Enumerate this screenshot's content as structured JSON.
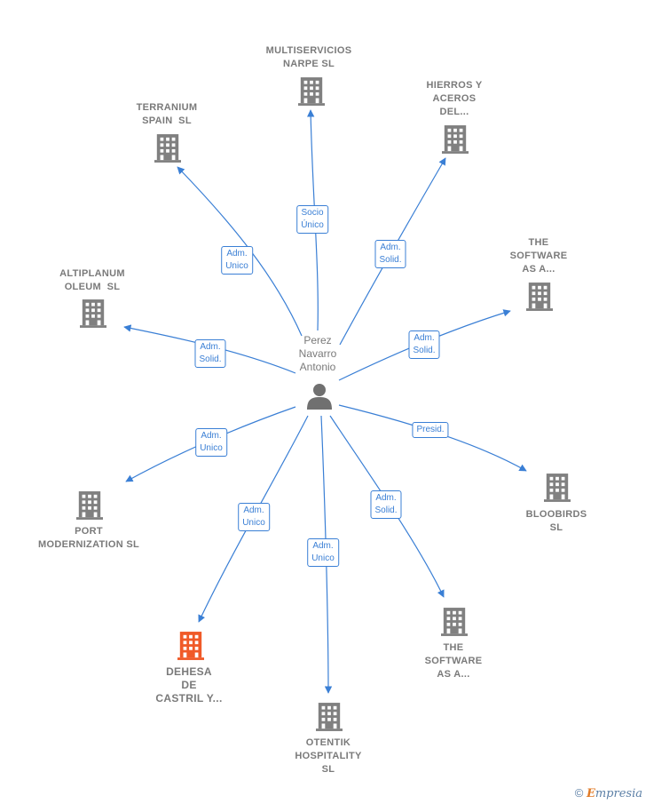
{
  "center": {
    "label": "Perez\nNavarro\nAntonio",
    "icon": "person-icon"
  },
  "colors": {
    "edge": "#3a7fd5",
    "node": "#808080",
    "highlight": "#f05a28",
    "person": "#707070"
  },
  "nodes": [
    {
      "id": "multiservicios",
      "label": "MULTISERVICIOS\nNARPE SL",
      "relation": "Socio\nÚnico",
      "highlight": false
    },
    {
      "id": "hierros",
      "label": "HIERROS Y\nACEROS\nDEL...",
      "relation": "Adm.\nSolid.",
      "highlight": false
    },
    {
      "id": "terranium",
      "label": "TERRANIUM\nSPAIN  SL",
      "relation": "Adm.\nUnico",
      "highlight": false
    },
    {
      "id": "software1",
      "label": "THE\nSOFTWARE\nAS A...",
      "relation": "Adm.\nSolid.",
      "highlight": false
    },
    {
      "id": "altiplanum",
      "label": "ALTIPLANUM\nOLEUM  SL",
      "relation": "Adm.\nSolid.",
      "highlight": false
    },
    {
      "id": "bloobirds",
      "label": "BLOOBIRDS\nSL",
      "relation": "Presid.",
      "highlight": false
    },
    {
      "id": "port",
      "label": "PORT\nMODERNIZATION SL",
      "relation": "Adm.\nUnico",
      "highlight": false
    },
    {
      "id": "dehesa",
      "label": "DEHESA\nDE\nCASTRIL Y...",
      "relation": "Adm.\nUnico",
      "highlight": true
    },
    {
      "id": "software2",
      "label": "THE\nSOFTWARE\nAS A...",
      "relation": "Adm.\nSolid.",
      "highlight": false
    },
    {
      "id": "otentik",
      "label": "OTENTIK\nHOSPITALITY\nSL",
      "relation": "Adm.\nUnico",
      "highlight": false
    }
  ],
  "footer": {
    "copyright": "©",
    "brand_first": "E",
    "brand_rest": "mpresia"
  }
}
